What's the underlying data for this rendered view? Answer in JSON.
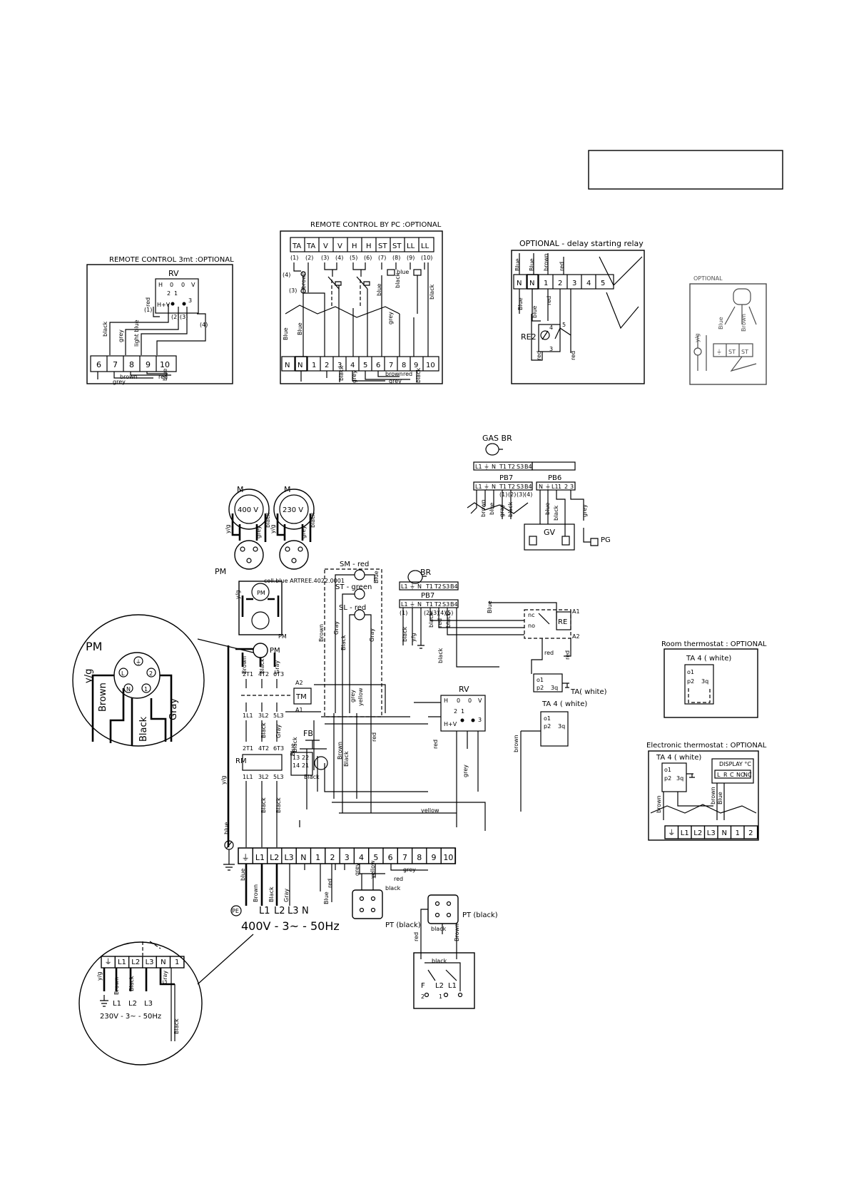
{
  "top_box_text": "",
  "panels": {
    "remote_3mt": {
      "title": "REMOTE CONTROL 3mt :OPTIONAL",
      "component": "RV",
      "switch_labels": [
        "H",
        "0",
        "0",
        "V",
        "2",
        "1",
        "3",
        "H+V"
      ],
      "wire_nums": [
        "(1)",
        "(2)",
        "(3)",
        "(4)"
      ],
      "wire_colors": [
        "red",
        "black",
        "grey",
        "light blue",
        "brown",
        "red",
        "grey",
        "blue"
      ],
      "terminals": [
        "6",
        "7",
        "8",
        "9",
        "10"
      ]
    },
    "remote_pc": {
      "title": "REMOTE CONTROL BY PC :OPTIONAL",
      "header_terms": [
        "TA",
        "TA",
        "V",
        "V",
        "H",
        "H",
        "ST",
        "ST",
        "LL",
        "LL"
      ],
      "wire_nums": [
        "(1)",
        "(2)",
        "(3)",
        "(4)",
        "(5)",
        "(6)",
        "(7)",
        "(8)",
        "(9)",
        "(10)"
      ],
      "wire_colors": [
        "brown",
        "blue",
        "black",
        "blue",
        "Blue",
        "Blue",
        "grey",
        "black",
        "grey",
        "brown",
        "grey",
        "red",
        "black"
      ],
      "terminals": [
        "N",
        "N",
        "1",
        "2",
        "3",
        "4",
        "5",
        "6",
        "7",
        "8",
        "9",
        "10"
      ]
    },
    "delay_relay": {
      "title": "OPTIONAL - delay starting relay",
      "component": "RE2",
      "wire_colors": [
        "Blue",
        "Blue",
        "brown",
        "red",
        "Blue",
        "blue",
        "red",
        "red",
        "red"
      ],
      "terminals": [
        "N",
        "N",
        "1",
        "2",
        "3",
        "4",
        "5"
      ],
      "pin_labels": [
        "4",
        "5",
        "3"
      ]
    },
    "optional_small": {
      "title": "OPTIONAL",
      "wire_colors": [
        "y/g",
        "Blue",
        "Brown",
        "y/g"
      ],
      "terminals": [
        "⏚",
        "ST",
        "ST"
      ]
    },
    "room_thermostat": {
      "title": "Room thermostat : OPTIONAL",
      "label": "TA 4 ( white)",
      "pins": [
        "o1",
        "p2",
        "3q"
      ]
    },
    "electronic_thermostat": {
      "title": "Electronic thermostat : OPTIONAL",
      "label": "TA 4 ( white)",
      "display": "DISPLAY °C",
      "pins": [
        "o1",
        "p2",
        "3q"
      ],
      "display_terms": [
        "L",
        "R",
        "C",
        "NO",
        "NC"
      ],
      "wire_colors": [
        "brown",
        "brown",
        "Blue"
      ],
      "terminals": [
        "⏚",
        "L1",
        "L2",
        "L3",
        "N",
        "1",
        "2"
      ]
    },
    "gas_burner": {
      "title": "GAS BR",
      "pb7_label": "PB7",
      "pb6_label": "PB6",
      "pb7_terms": [
        "L1",
        "⏚",
        "N",
        "T1",
        "T2",
        "S3",
        "B4"
      ],
      "pb6_terms": [
        "N",
        "⏚",
        "L1",
        "1",
        "2",
        "3"
      ],
      "wire_nums": [
        "(1)",
        "(2)",
        "(3)",
        "(4)"
      ],
      "wire_colors": [
        "brown",
        "blue",
        "gray",
        "black",
        "blue",
        "black",
        "grey"
      ],
      "components": [
        "GV",
        "PG"
      ]
    },
    "pm_zoom": {
      "title": "PM",
      "pins": [
        "⏚",
        "L",
        "2",
        "N",
        "1"
      ],
      "wire_colors": [
        "y/g",
        "Brown",
        "Black",
        "Gray"
      ]
    },
    "main": {
      "motor_labels": [
        "M",
        "M",
        "PM",
        "PM",
        "PM"
      ],
      "motor_voltages": [
        "400 V",
        "230 V"
      ],
      "pm_note": "coll.blue ARTREE.4022.0001",
      "lamps": [
        "SM - red",
        "ST - green",
        "SL - red"
      ],
      "br_label": "BR",
      "pb7_label": "PB7",
      "pb7_terms": [
        "L1",
        "⏚",
        "N",
        "T1",
        "T2",
        "S3",
        "B4"
      ],
      "pb7_wire_nums": [
        "(1)",
        "(2)",
        "(3)",
        "(4)",
        "(5)"
      ],
      "contactor_top": [
        "2T1",
        "4T2",
        "6T3"
      ],
      "contactor_bottom": [
        "1L1",
        "3L2",
        "5L3"
      ],
      "contactor_coil": [
        "A2",
        "TM",
        "A1"
      ],
      "relay_top": [
        "2T1",
        "4T2",
        "6T3"
      ],
      "relay_bottom": [
        "1L1",
        "3L2",
        "5L3"
      ],
      "relay_label": "RM",
      "relay_aux": [
        "13",
        "14",
        "22",
        "21"
      ],
      "fb_label": "FB",
      "re_label": "RE",
      "re_pins": [
        "A1",
        "A2",
        "nc",
        "no"
      ],
      "ta_labels": [
        "TA( white)",
        "TA 4 ( white)"
      ],
      "ta_pins": [
        "o1",
        "p2",
        "3q"
      ],
      "rv_label": "RV",
      "rv_pins": [
        "H",
        "0",
        "0",
        "V",
        "2",
        "1",
        "3",
        "H+V"
      ],
      "terminals": [
        "⏚",
        "L1",
        "L2",
        "L3",
        "N",
        "1",
        "2",
        "3",
        "4",
        "5",
        "6",
        "7",
        "8",
        "9",
        "10"
      ],
      "wire_colors": [
        "Brown",
        "Gray",
        "Brown",
        "Black",
        "Black",
        "Gray",
        "Black",
        "Black",
        "Blue",
        "Black",
        "red",
        "yellow",
        "grey",
        "Blue",
        "black",
        "black",
        "red",
        "black",
        "Blue",
        "red",
        "brown",
        "grey",
        "red",
        "yellow",
        "Brown",
        "Black",
        "Gray",
        "y/g",
        "y/g",
        "y/g",
        "red",
        "black",
        "black",
        "yellow",
        "grey",
        "red",
        "grey",
        "black",
        "Blue",
        "blue",
        "y/g",
        "Brown",
        "Gray",
        "black",
        "grey",
        "yellow",
        "Black"
      ],
      "supply_letters": [
        "L1",
        "L2",
        "L3",
        "N",
        "PE"
      ],
      "supply": "400V  -  3~  -  50Hz",
      "pt_labels": [
        "PT (black)",
        "PT (black)"
      ],
      "switch_box_labels": [
        "F",
        "L2",
        "L1",
        "2",
        "1",
        "black"
      ]
    },
    "zoom_230": {
      "terminals": [
        "⏚",
        "L1",
        "L2",
        "L3",
        "N",
        "1"
      ],
      "wire_colors": [
        "y/g",
        "Brown",
        "Black",
        "Gray",
        "Black"
      ],
      "line_labels": [
        "L1",
        "L2",
        "L3"
      ],
      "supply": "230V  -  3~  -  50Hz"
    }
  }
}
